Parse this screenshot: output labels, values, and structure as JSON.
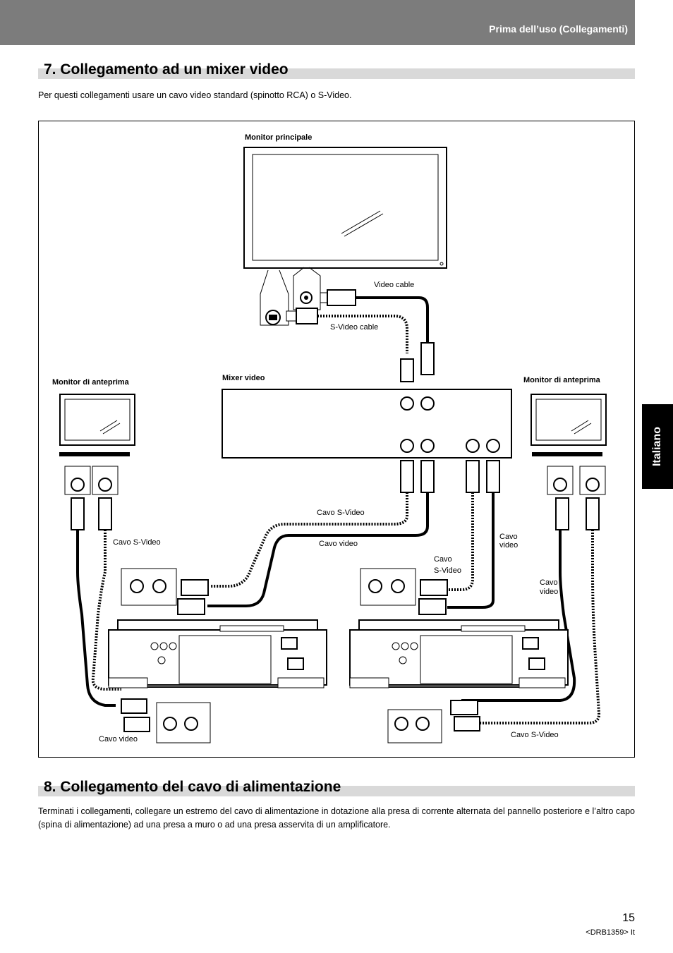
{
  "header": {
    "section": "Prima dell’uso (Collegamenti)"
  },
  "section7": {
    "title": "7. Collegamento ad un mixer video",
    "intro": "Per questi collegamenti usare un cavo video standard (spinotto RCA) o S-Video."
  },
  "diagram": {
    "monitor_main": "Monitor principale",
    "video_cable": "Video cable",
    "svideo_cable": "S-Video cable",
    "mixer": "Mixer video",
    "preview_left": "Monitor di anteprima",
    "preview_right": "Monitor di anteprima",
    "cavo_svideo": "Cavo S-Video",
    "cavo_video": "Cavo video",
    "cavo": "Cavo",
    "video": "video",
    "svideo": "S-Video"
  },
  "section8": {
    "title": "8. Collegamento del cavo di alimentazione",
    "text": "Terminati i collegamenti, collegare un estremo del cavo di alimentazione in dotazione alla presa di corrente alternata del pannello posteriore e l’altro capo (spina di alimentazione) ad una presa a muro o ad una presa asservita di un amplificatore."
  },
  "side_tab": "Italiano",
  "footer": {
    "page": "15",
    "code": "<DRB1359> It"
  }
}
